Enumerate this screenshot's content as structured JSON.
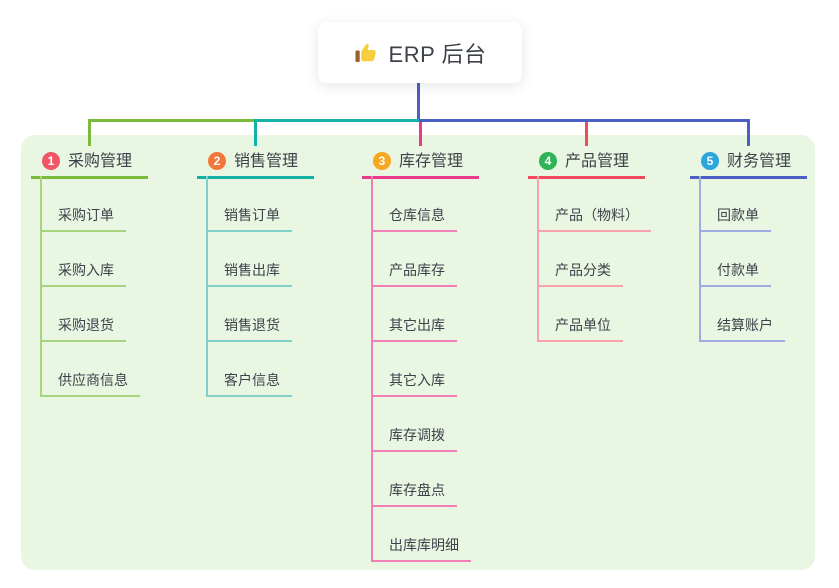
{
  "root_node": {
    "title": "ERP 后台",
    "icon": "thumbs-up-icon"
  },
  "colors": {
    "background": "#ffffff",
    "panel_bg": "#e9f6e2",
    "text": "#3d424a",
    "connector": "#4b60c5",
    "node_bg": "#ffffff"
  },
  "branches": [
    {
      "number": "1",
      "label": "采购管理",
      "badge_color": "#ef5767",
      "line_color": "#7cba3d",
      "light_line_color": "#a9d47f",
      "items": [
        "采购订单",
        "采购入库",
        "采购退货",
        "供应商信息"
      ]
    },
    {
      "number": "2",
      "label": "销售管理",
      "badge_color": "#f3773c",
      "line_color": "#14b2a6",
      "light_line_color": "#7fd2ca",
      "items": [
        "销售订单",
        "销售出库",
        "销售退货",
        "客户信息"
      ]
    },
    {
      "number": "3",
      "label": "库存管理",
      "badge_color": "#f8a722",
      "line_color": "#eb3a8c",
      "light_line_color": "#f27fb6",
      "items": [
        "仓库信息",
        "产品库存",
        "其它出库",
        "其它入库",
        "库存调拨",
        "库存盘点",
        "出库库明细"
      ]
    },
    {
      "number": "4",
      "label": "产品管理",
      "badge_color": "#2eb456",
      "line_color": "#f4495c",
      "light_line_color": "#f8a3ab",
      "items": [
        "产品（物料）",
        "产品分类",
        "产品单位"
      ]
    },
    {
      "number": "5",
      "label": "财务管理",
      "badge_color": "#2aa6dc",
      "line_color": "#4b60c5",
      "light_line_color": "#9dabdf",
      "items": [
        "回款单",
        "付款单",
        "结算账户"
      ]
    }
  ]
}
